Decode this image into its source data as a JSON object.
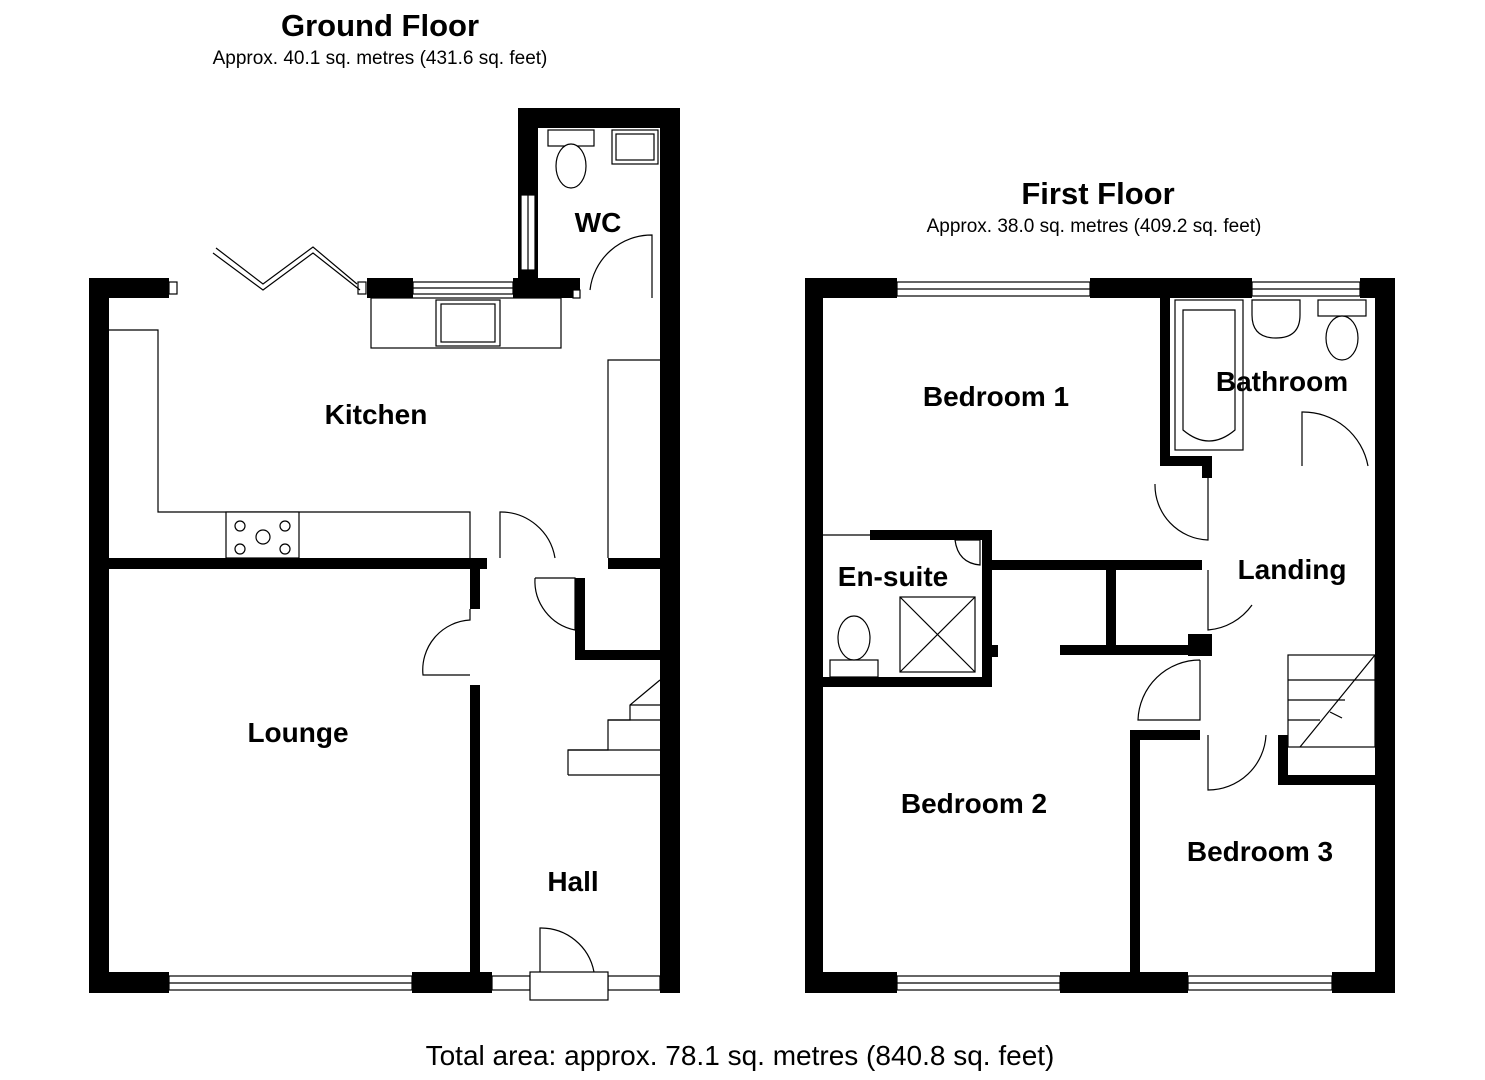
{
  "ground_floor": {
    "title": "Ground Floor",
    "area": "Approx. 40.1 sq. metres (431.6 sq. feet)",
    "rooms": {
      "wc": "WC",
      "kitchen": "Kitchen",
      "lounge": "Lounge",
      "hall": "Hall"
    }
  },
  "first_floor": {
    "title": "First Floor",
    "area": "Approx. 38.0 sq. metres (409.2 sq. feet)",
    "rooms": {
      "bedroom1": "Bedroom 1",
      "bathroom": "Bathroom",
      "ensuite": "En-suite",
      "landing": "Landing",
      "bedroom2": "Bedroom 2",
      "bedroom3": "Bedroom 3"
    }
  },
  "total_area": "Total area: approx. 78.1 sq. metres (840.8 sq. feet)"
}
